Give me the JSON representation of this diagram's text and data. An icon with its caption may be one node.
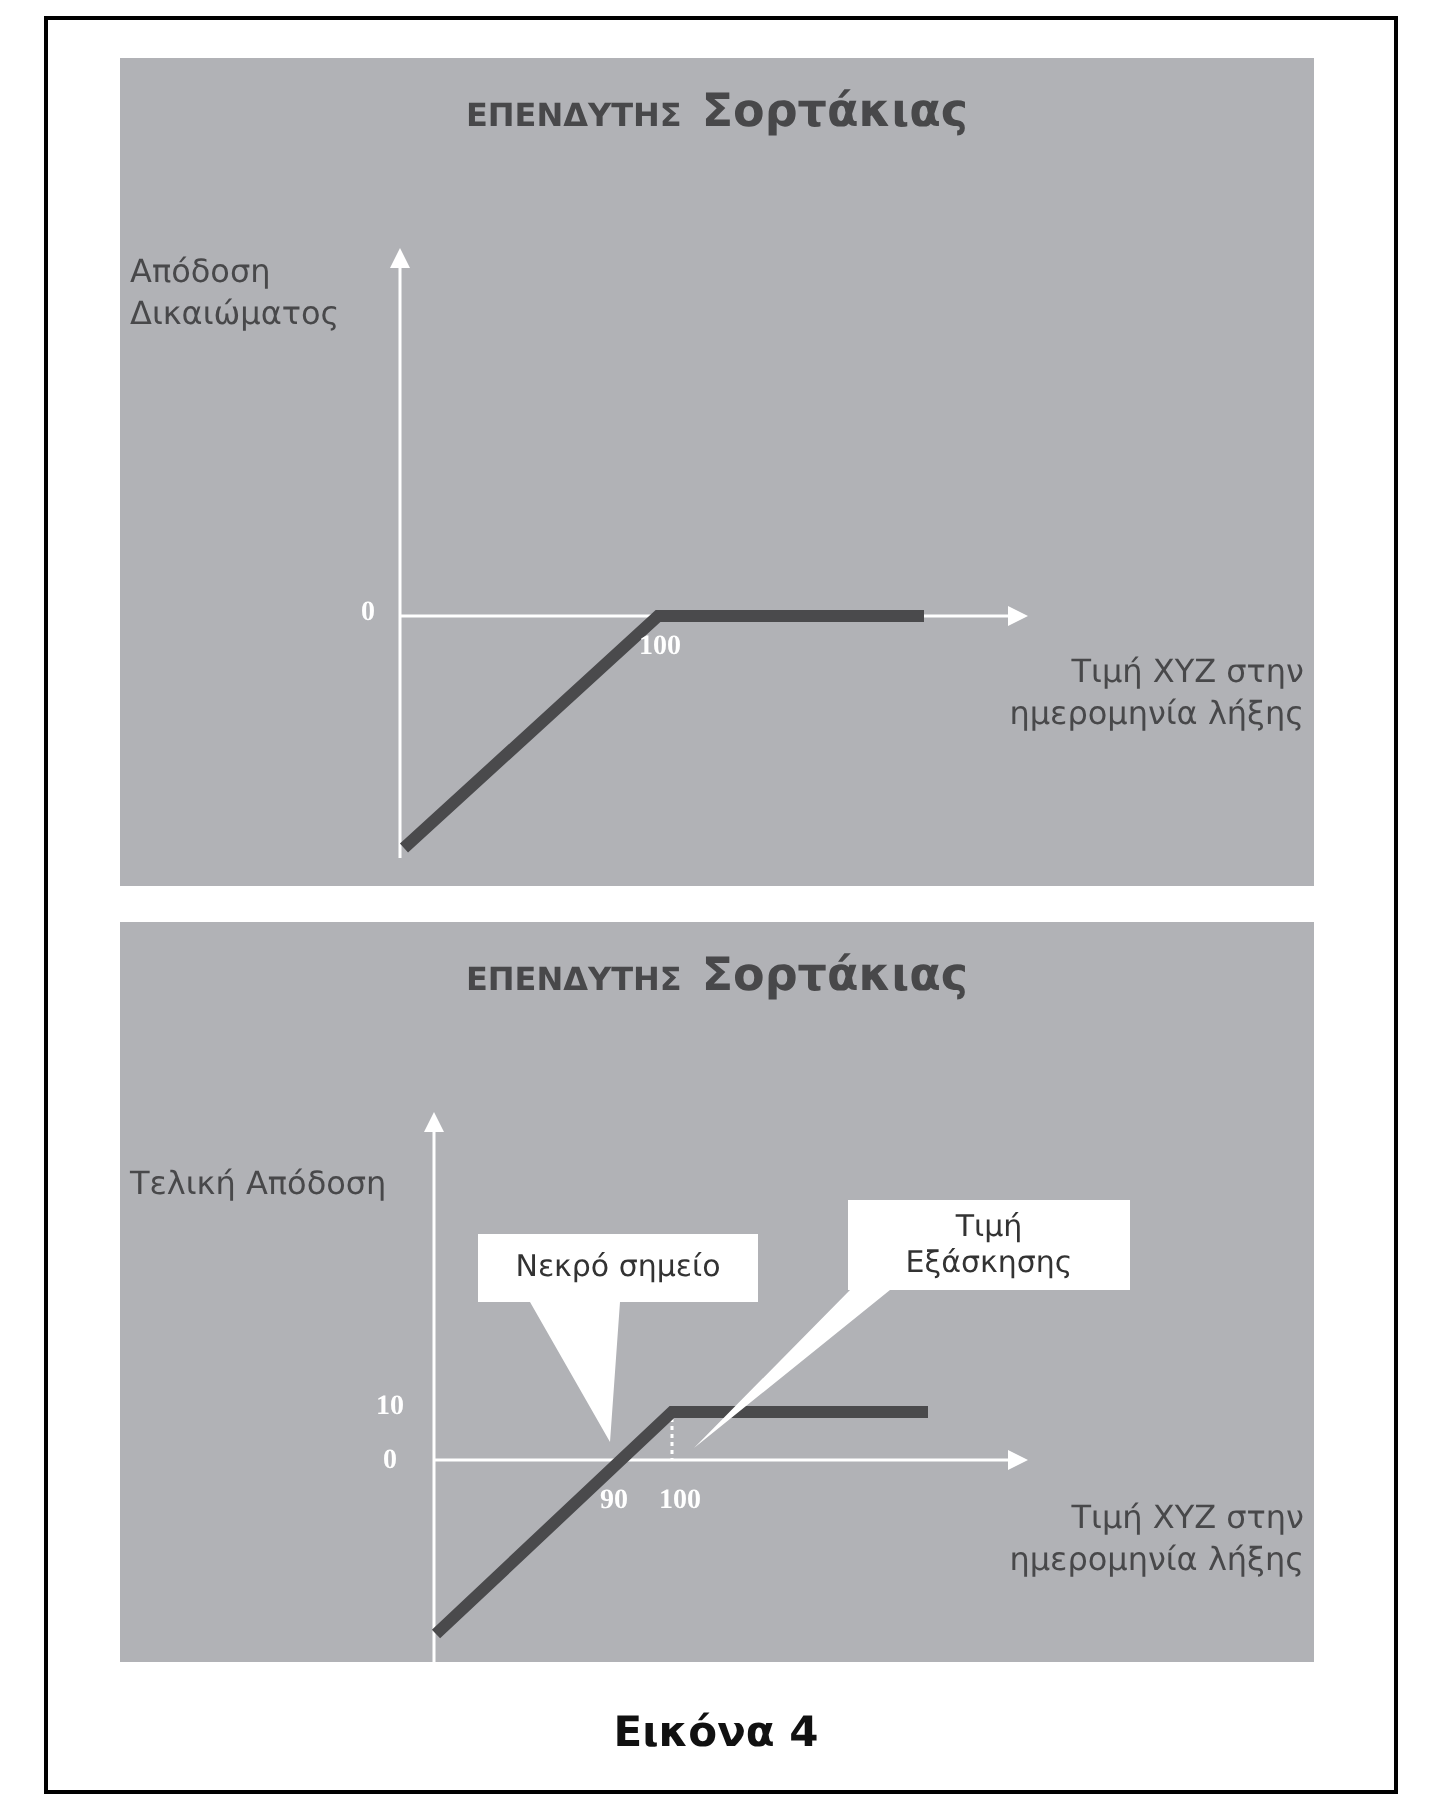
{
  "diagram": {
    "caption": "Εικόνα 4",
    "nodes": [
      {
        "text": [
          "ΕΠΕΝΔΥΤΗΣ",
          "Σορτάκιας"
        ]
      },
      {
        "text": [
          "ΕΠΕΝΔΥΤΗΣ",
          "Σορτάκιας"
        ]
      },
      {
        "text": [
          "Νεκρό σημείο"
        ],
        "in": 1
      },
      {
        "text": [
          "Τιμή Εξάσκησης"
        ],
        "in": 1
      }
    ],
    "labels": [
      "Απόδοση Δικαιώματος",
      "0",
      "100",
      "Τιμή XYZ στην ημερομηνία λήξης",
      "Τελική Απόδοση",
      "10",
      "0",
      "90",
      "100",
      "Τιμή XYZ στην ημερομηνία λήξης"
    ]
  }
}
